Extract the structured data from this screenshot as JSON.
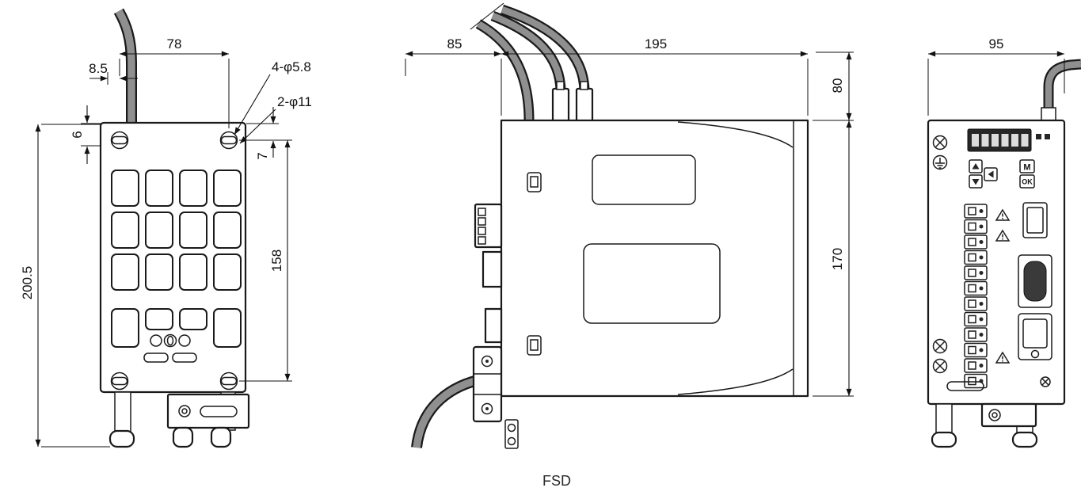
{
  "drawing": {
    "title": "FSD",
    "rear_view": {
      "dim_top_hole_spacing": "78",
      "dim_cable_offset": "8.5",
      "callout_small_holes": "4-φ5.8",
      "callout_large_holes": "2-φ11",
      "dim_tab_height": "6",
      "dim_slot_offset": "7",
      "dim_overall_height": "200.5",
      "dim_mount_hole_height": "158"
    },
    "side_view": {
      "dim_front_depth": "85",
      "dim_body_depth": "195",
      "dim_cable_clearance": "80",
      "dim_body_height": "170"
    },
    "front_view": {
      "dim_width": "95",
      "button_m": "M",
      "button_ok": "OK"
    }
  }
}
